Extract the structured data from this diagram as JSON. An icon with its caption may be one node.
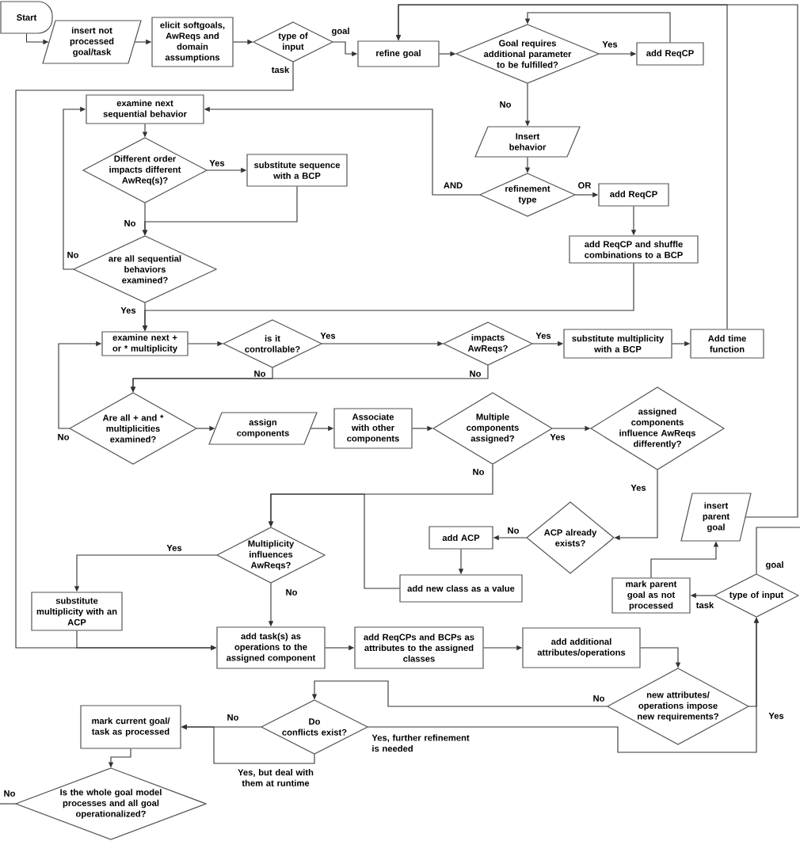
{
  "diagram": {
    "nodes": [
      {
        "text": [
          "Start"
        ]
      },
      {
        "text": [
          "insert not processed goal/task"
        ]
      },
      {
        "text": [
          "elicit softgoals, AwReqs and domain assumptions"
        ]
      },
      {
        "text": [
          "type of input"
        ]
      },
      {
        "text": [
          "refine goal"
        ]
      },
      {
        "text": [
          "Goal requires additional parameter to be fulfilled?"
        ]
      },
      {
        "text": [
          "add ReqCP"
        ]
      },
      {
        "text": [
          "Insert behavior"
        ]
      },
      {
        "text": [
          "refinement type"
        ]
      },
      {
        "text": [
          "add ReqCP"
        ]
      },
      {
        "text": [
          "add ReqCP and shuffle combinations to a BCP"
        ]
      },
      {
        "text": [
          "examine next sequential behavior"
        ]
      },
      {
        "text": [
          "Different order impacts different AwReq(s)?"
        ]
      },
      {
        "text": [
          "substitute sequence with a BCP"
        ]
      },
      {
        "text": [
          "are all sequential behaviors examined?"
        ]
      },
      {
        "text": [
          "examine next + or * multiplicity"
        ]
      },
      {
        "text": [
          "is it controllable?"
        ]
      },
      {
        "text": [
          "impacts AwReqs?"
        ]
      },
      {
        "text": [
          "substitute multiplicity with a BCP"
        ]
      },
      {
        "text": [
          "Add time function"
        ]
      },
      {
        "text": [
          "Are all + and * multiplicities examined?"
        ]
      },
      {
        "text": [
          "assign components"
        ]
      },
      {
        "text": [
          "Associate with other components"
        ]
      },
      {
        "text": [
          "Multiple components assigned?"
        ]
      },
      {
        "text": [
          "assigned components influence AwReqs differently?"
        ]
      },
      {
        "text": [
          "ACP already exists?"
        ]
      },
      {
        "text": [
          "add ACP"
        ]
      },
      {
        "text": [
          "add new class as a value"
        ]
      },
      {
        "text": [
          "insert parent goal"
        ]
      },
      {
        "text": [
          "mark parent goal as not processed"
        ]
      },
      {
        "text": [
          "type of input"
        ]
      },
      {
        "text": [
          "Multiplicity influences AwReqs?"
        ]
      },
      {
        "text": [
          "substitute multiplicity with an ACP"
        ]
      },
      {
        "text": [
          "add task(s) as operations to the assigned component"
        ]
      },
      {
        "text": [
          "add ReqCPs and BCPs as attributes to the assigned classes"
        ]
      },
      {
        "text": [
          "add additional attributes/operations"
        ]
      },
      {
        "text": [
          "new attributes/ operations impose new requirements?"
        ]
      },
      {
        "text": [
          "Do conflicts exist?"
        ]
      },
      {
        "text": [
          "mark current goal/ task as processed"
        ]
      },
      {
        "text": [
          "Is the whole goal model processes and all goal operationalized?"
        ]
      }
    ],
    "edges": [
      {
        "from": 0,
        "to": 1,
        "arrow": "to"
      },
      {
        "from": 1,
        "to": 2,
        "arrow": "to"
      },
      {
        "from": 2,
        "to": 3,
        "arrow": "to"
      },
      {
        "from": 3,
        "to": 4,
        "arrow": "to",
        "label": "goal"
      },
      {
        "from": 3,
        "to": 33,
        "arrow": "to",
        "label": "task"
      },
      {
        "from": 4,
        "to": 5,
        "arrow": "to"
      },
      {
        "from": 5,
        "to": 6,
        "arrow": "to",
        "label": "Yes"
      },
      {
        "from": 6,
        "to": 5,
        "arrow": "to"
      },
      {
        "from": 5,
        "to": 7,
        "arrow": "to",
        "label": "No"
      },
      {
        "from": 7,
        "to": 8,
        "arrow": "to"
      },
      {
        "from": 8,
        "to": 9,
        "arrow": "to",
        "label": "OR"
      },
      {
        "from": 8,
        "to": 11,
        "arrow": "to",
        "label": "AND"
      },
      {
        "from": 9,
        "to": 10,
        "arrow": "to"
      },
      {
        "from": 10,
        "to": 15,
        "arrow": "to"
      },
      {
        "from": 11,
        "to": 12,
        "arrow": "to"
      },
      {
        "from": 12,
        "to": 13,
        "arrow": "to",
        "label": "Yes"
      },
      {
        "from": 12,
        "to": 14,
        "arrow": "to",
        "label": "No"
      },
      {
        "from": 13,
        "to": 14,
        "arrow": "to"
      },
      {
        "from": 14,
        "to": 11,
        "arrow": "to",
        "label": "No"
      },
      {
        "from": 14,
        "to": 15,
        "arrow": "to",
        "label": "Yes"
      },
      {
        "from": 15,
        "to": 16,
        "arrow": "to"
      },
      {
        "from": 16,
        "to": 17,
        "arrow": "to",
        "label": "Yes"
      },
      {
        "from": 16,
        "to": 20,
        "arrow": "to",
        "label": "No"
      },
      {
        "from": 17,
        "to": 18,
        "arrow": "to",
        "label": "Yes"
      },
      {
        "from": 17,
        "to": 20,
        "arrow": "to",
        "label": "No"
      },
      {
        "from": 18,
        "to": 19,
        "arrow": "to"
      },
      {
        "from": 19,
        "to": 4,
        "arrow": "to"
      },
      {
        "from": 28,
        "to": 4,
        "arrow": "to"
      },
      {
        "from": 20,
        "to": 15,
        "arrow": "to",
        "label": "No"
      },
      {
        "from": 20,
        "to": 21,
        "arrow": "to"
      },
      {
        "from": 21,
        "to": 22,
        "arrow": "to"
      },
      {
        "from": 22,
        "to": 23,
        "arrow": "to"
      },
      {
        "from": 23,
        "to": 24,
        "arrow": "to",
        "label": "Yes"
      },
      {
        "from": 23,
        "to": 31,
        "arrow": "to",
        "label": "No"
      },
      {
        "from": 24,
        "to": 25,
        "arrow": "to",
        "label": "Yes"
      },
      {
        "from": 25,
        "to": 26,
        "arrow": "to",
        "label": "No"
      },
      {
        "from": 26,
        "to": 27,
        "arrow": "to"
      },
      {
        "from": 27,
        "to": 31,
        "arrow": "to"
      },
      {
        "from": 29,
        "to": 28,
        "arrow": "to"
      },
      {
        "from": 30,
        "to": 29,
        "arrow": "to",
        "label": "task"
      },
      {
        "from": 30,
        "to": null,
        "arrow": "none",
        "label": "goal"
      },
      {
        "from": 31,
        "to": 32,
        "arrow": "to",
        "label": "Yes"
      },
      {
        "from": 31,
        "to": 33,
        "arrow": "to",
        "label": "No"
      },
      {
        "from": 32,
        "to": 33,
        "arrow": "to"
      },
      {
        "from": 33,
        "to": 34,
        "arrow": "to"
      },
      {
        "from": 34,
        "to": 35,
        "arrow": "to"
      },
      {
        "from": 35,
        "to": 36,
        "arrow": "to"
      },
      {
        "from": 36,
        "to": 37,
        "arrow": "to",
        "label": "No"
      },
      {
        "from": 37,
        "to": 30,
        "arrow": "to",
        "label": "Yes, further refinement is needed"
      },
      {
        "from": 36,
        "to": 30,
        "arrow": "to",
        "label": "Yes"
      },
      {
        "from": 37,
        "to": 38,
        "arrow": "to",
        "label": "No"
      },
      {
        "from": 37,
        "to": 38,
        "arrow": "to",
        "label": "Yes, but deal with them at runtime"
      },
      {
        "from": 38,
        "to": 39,
        "arrow": "to"
      },
      {
        "from": 39,
        "to": null,
        "arrow": "none",
        "label": "No"
      }
    ]
  }
}
